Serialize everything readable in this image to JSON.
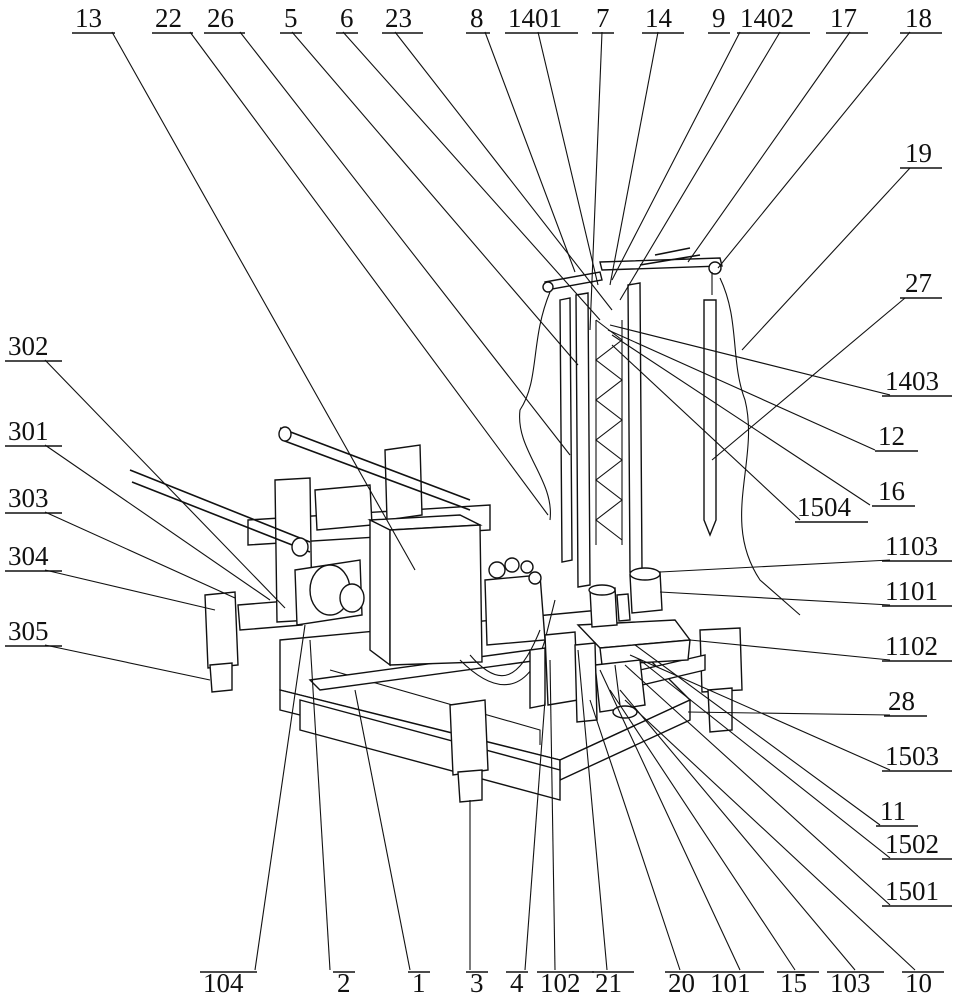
{
  "figure": {
    "labels": {
      "l13": "13",
      "l22": "22",
      "l26": "26",
      "l5": "5",
      "l6": "6",
      "l23": "23",
      "l8": "8",
      "l1401": "1401",
      "l7": "7",
      "l14": "14",
      "l9": "9",
      "l1402": "1402",
      "l17": "17",
      "l18": "18",
      "l19": "19",
      "l27": "27",
      "l1403": "1403",
      "l12": "12",
      "l1504": "1504",
      "l16": "16",
      "l1103": "1103",
      "l1101": "1101",
      "l1102": "1102",
      "l28": "28",
      "l1503": "1503",
      "l11": "11",
      "l1502": "1502",
      "l1501": "1501",
      "l302": "302",
      "l301": "301",
      "l303": "303",
      "l304": "304",
      "l305": "305",
      "l104": "104",
      "l2": "2",
      "l1": "1",
      "l3": "3",
      "l4": "4",
      "l102": "102",
      "l21": "21",
      "l20": "20",
      "l101": "101",
      "l15": "15",
      "l103": "103",
      "l10": "10"
    }
  }
}
